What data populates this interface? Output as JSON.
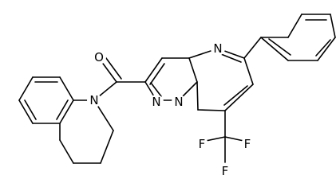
{
  "structure": {
    "atom_labels": {
      "oxygen": "O",
      "quinoline_nitrogen": "N",
      "pyrazole_n1": "N",
      "pyrazole_n2": "N",
      "pyrimidine_n4": "N",
      "fluorine_top_left": "F",
      "fluorine_top_right": "F",
      "fluorine_bottom": "F"
    }
  }
}
